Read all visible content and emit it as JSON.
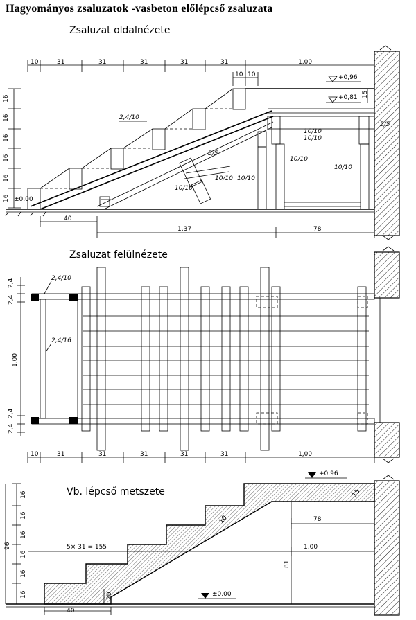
{
  "title": "Hagyományos zsaluzatok -vasbeton előlépcső zsaluzata",
  "sections": {
    "side_view": "Zsaluzat oldalnézete",
    "top_view": "Zsaluzat felülnézete",
    "cross_section": "Vb. lépcső metszete"
  },
  "side_view": {
    "dims_top": [
      "10",
      "31",
      "31",
      "31",
      "31",
      "31",
      "1,00"
    ],
    "dims_top_small": [
      "10",
      "10"
    ],
    "dims_left": [
      "16",
      "16",
      "16",
      "16",
      "16",
      "16"
    ],
    "level_high": "+0,96",
    "level_mid": "+0,81",
    "level_zero": "±0,00",
    "dim_15": "15",
    "dim_40": "40",
    "dim_137": "1,37",
    "dim_78": "78",
    "labels": {
      "board_2410": "2,4/10",
      "square_55_a": "5/5",
      "square_55_b": "5/5",
      "beam_1010_a": "10/10",
      "beam_1010_b": "10/10",
      "beam_1010_c": "10/10",
      "beam_1010_d": "10/10",
      "beam_1010_e": "10/10",
      "beam_1010_f": "10/10",
      "beam_1010_g": "10/10"
    }
  },
  "top_view": {
    "dims_left": [
      "2,4",
      "2,4",
      "1,00",
      "2,4",
      "2,4"
    ],
    "dims_bottom": [
      "10",
      "31",
      "31",
      "31",
      "31",
      "31",
      "1,00"
    ],
    "labels": {
      "board_2410": "2,4/10",
      "board_2416": "2,4/16"
    }
  },
  "cross_section": {
    "dims_left": [
      "16",
      "16",
      "16",
      "16",
      "16",
      "16"
    ],
    "dim_96": "96",
    "dim_81": "81",
    "dim_78": "78",
    "dim_100": "1,00",
    "dim_155": "5× 31 = 155",
    "dim_40": "40",
    "dim_20": "20",
    "dim_15": "15",
    "dim_10": "10",
    "level_high": "+0,96",
    "level_zero": "±0,00"
  }
}
